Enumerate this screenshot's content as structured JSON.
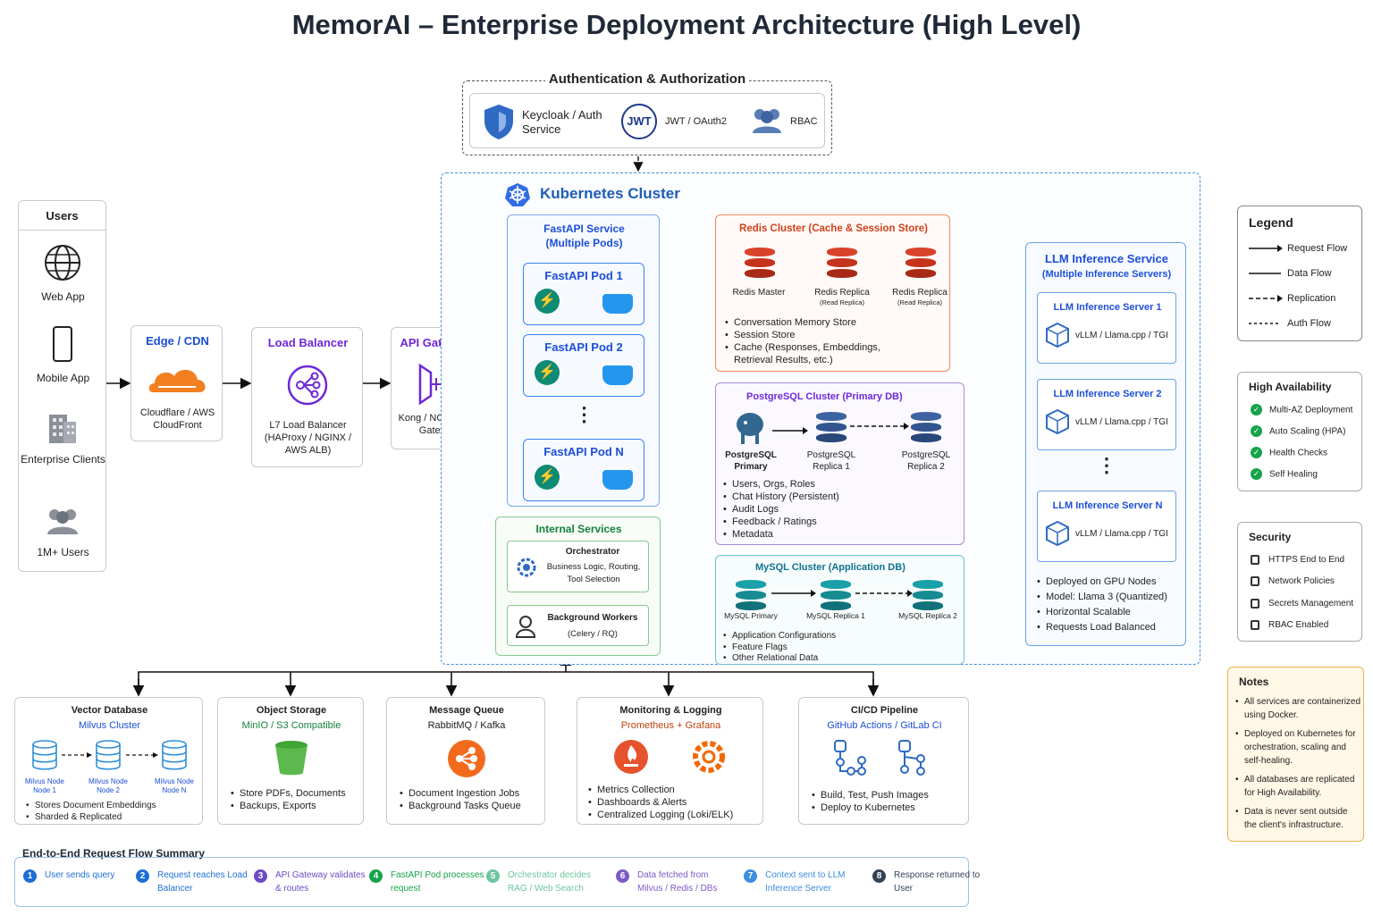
{
  "title": "MemorAI – Enterprise Deployment Architecture (High Level)",
  "auth": {
    "title": "Authentication & Authorization",
    "keycloak": "Keycloak / Auth Service",
    "jwt_badge": "JWT",
    "jwt": "JWT / OAuth2",
    "rbac": "RBAC"
  },
  "users": {
    "title": "Users",
    "web": "Web App",
    "mobile": "Mobile App",
    "enterprise": "Enterprise Clients",
    "count": "1M+ Users"
  },
  "edge": {
    "title": "Edge / CDN",
    "desc": "Cloudflare / AWS CloudFront"
  },
  "lb": {
    "title": "Load Balancer",
    "desc": "L7 Load Balancer (HAProxy / NGINX / AWS ALB)"
  },
  "gateway": {
    "title": "API Gateways",
    "desc": "Kong / NGINX API Gateway"
  },
  "k8s": {
    "title": "Kubernetes Cluster"
  },
  "fastapi": {
    "title": "FastAPI Service",
    "subtitle": "(Multiple Pods)",
    "pod1": "FastAPI Pod 1",
    "pod2": "FastAPI Pod 2",
    "podn": "FastAPI Pod N",
    "ellipsis": "⋮"
  },
  "internal": {
    "title": "Internal Services",
    "orch_title": "Orchestrator",
    "orch_desc": "Business Logic, Routing, Tool Selection",
    "workers_title": "Background Workers",
    "workers_desc": "(Celery / RQ)"
  },
  "redis": {
    "title": "Redis Cluster (Cache & Session Store)",
    "master": "Redis Master",
    "replica": "Redis Replica",
    "replica_sub": "(Read Replica)",
    "items": [
      "Conversation Memory Store",
      "Session Store",
      "Cache (Responses, Embeddings, Retrieval Results, etc.)"
    ]
  },
  "postgres": {
    "title": "PostgreSQL Cluster (Primary DB)",
    "primary": "PostgreSQL Primary",
    "replica1": "PostgreSQL Replica 1",
    "replica2": "PostgreSQL Replica 2",
    "items": [
      "Users, Orgs, Roles",
      "Chat History (Persistent)",
      "Audit Logs",
      "Feedback / Ratings",
      "Metadata"
    ]
  },
  "mysql": {
    "title": "MySQL Cluster (Application DB)",
    "primary": "MySQL Primary",
    "replica1": "MySQL Replica 1",
    "replica2": "MySQL Replica 2",
    "items": [
      "Application Configurations",
      "Feature Flags",
      "Other Relational Data"
    ]
  },
  "llm": {
    "title": "LLM Inference Service",
    "subtitle": "(Multiple Inference Servers)",
    "s1": "LLM Inference Server 1",
    "s2": "LLM Inference Server 2",
    "sn": "LLM Inference Server N",
    "engine": "vLLM / Llama.cpp / TGI",
    "ellipsis": "⋮",
    "items": [
      "Deployed on GPU Nodes",
      "Model: Llama 3 (Quantized)",
      "Horizontal Scalable",
      "Requests Load Balanced"
    ]
  },
  "legend": {
    "title": "Legend",
    "items": [
      "Request Flow",
      "Data Flow",
      "Replication",
      "Auth Flow"
    ]
  },
  "ha": {
    "title": "High Availability",
    "items": [
      "Multi-AZ Deployment",
      "Auto Scaling (HPA)",
      "Health Checks",
      "Self Healing"
    ]
  },
  "security": {
    "title": "Security",
    "items": [
      "HTTPS End to End",
      "Network Policies",
      "Secrets Management",
      "RBAC Enabled"
    ]
  },
  "notes": {
    "title": "Notes",
    "items": [
      "All services are containerized using Docker.",
      "Deployed on Kubernetes for orchestration, scaling and self-healing.",
      "All databases are replicated for High Availability.",
      "Data is never sent outside the client's infrastructure."
    ]
  },
  "vector": {
    "title": "Vector Database",
    "subtitle": "Milvus Cluster",
    "node1": "Milvus Node Node 1",
    "node2": "Milvus Node Node 2",
    "noden": "Milvus Node Node N",
    "items": [
      "Stores Document Embeddings",
      "Sharded & Replicated"
    ]
  },
  "storage": {
    "title": "Object Storage",
    "subtitle": "MinIO / S3 Compatible",
    "items": [
      "Store PDFs, Documents",
      "Backups, Exports"
    ]
  },
  "queue": {
    "title": "Message Queue",
    "subtitle": "RabbitMQ / Kafka",
    "items": [
      "Document Ingestion Jobs",
      "Background Tasks Queue"
    ]
  },
  "monitoring": {
    "title": "Monitoring & Logging",
    "subtitle": "Prometheus + Grafana",
    "items": [
      "Metrics Collection",
      "Dashboards & Alerts",
      "Centralized Logging (Loki/ELK)"
    ]
  },
  "cicd": {
    "title": "CI/CD Pipeline",
    "subtitle": "GitHub Actions / GitLab CI",
    "items": [
      "Build, Test, Push Images",
      "Deploy to Kubernetes"
    ]
  },
  "flow": {
    "title": "End-to-End Request Flow Summary",
    "steps": [
      {
        "n": "1",
        "text": "User sends query",
        "color": "#1d6fd6"
      },
      {
        "n": "2",
        "text": "Request reaches Load Balancer",
        "color": "#1d6fd6"
      },
      {
        "n": "3",
        "text": "API Gateway validates & routes",
        "color": "#6d4bc4"
      },
      {
        "n": "4",
        "text": "FastAPI Pod processes request",
        "color": "#16a34a"
      },
      {
        "n": "5",
        "text": "Orchestrator decides RAG / Web Search",
        "color": "#6cc6a0"
      },
      {
        "n": "6",
        "text": "Data fetched from Milvus / Redis / DBs",
        "color": "#7c5ac7"
      },
      {
        "n": "7",
        "text": "Context sent to LLM Inference Server",
        "color": "#3b8ee0"
      },
      {
        "n": "8",
        "text": "Response returned to User",
        "color": "#334155"
      }
    ]
  }
}
